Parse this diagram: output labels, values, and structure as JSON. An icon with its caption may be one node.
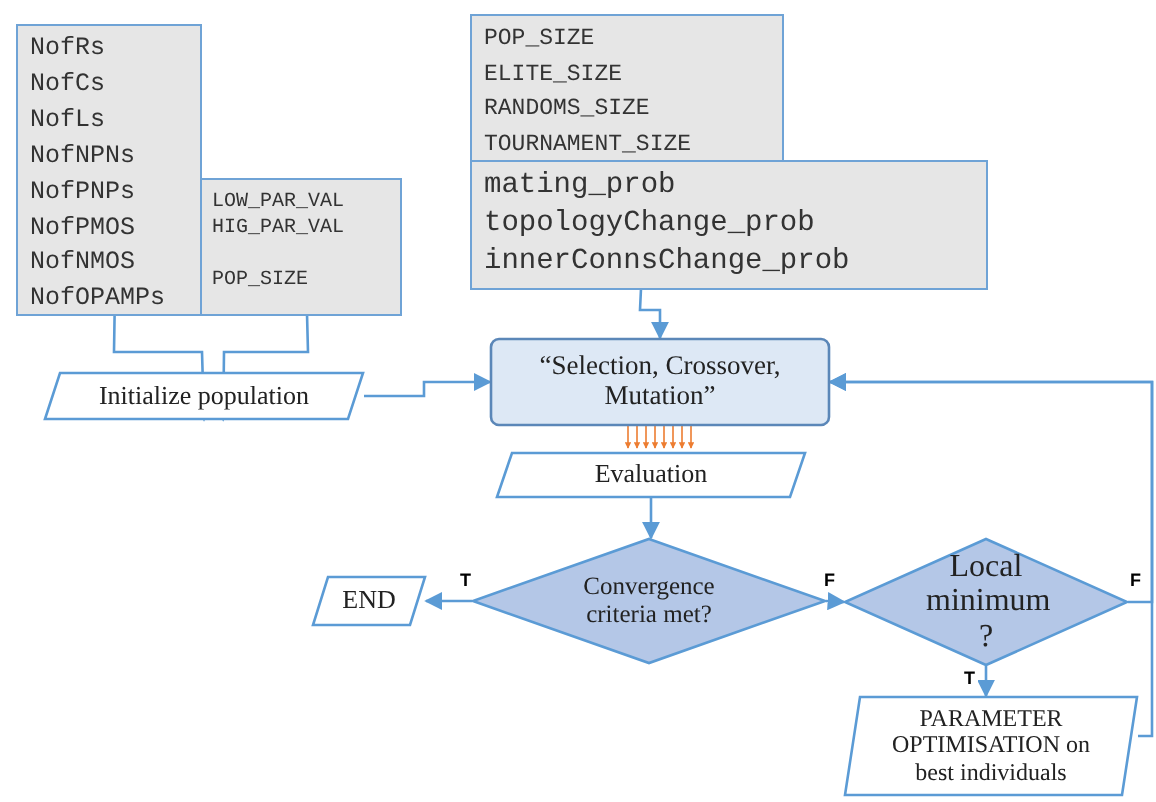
{
  "diagram": {
    "nodes": [
      {
        "text": [
          "NofRs",
          "NofCs",
          "NofLs",
          "NofNPNs",
          "NofPNPs",
          "NofPMOS",
          "NofNMOS",
          "NofOPAMPs"
        ]
      },
      {
        "text": [
          "LOW_PAR_VAL",
          "HIG_PAR_VAL",
          "POP_SIZE"
        ]
      },
      {
        "text": [
          "Initialize population"
        ]
      },
      {
        "text": [
          "POP_SIZE",
          "ELITE_SIZE",
          "RANDOMS_SIZE",
          "TOURNAMENT_SIZE"
        ]
      },
      {
        "text": [
          "mating_prob",
          "topologyChange_prob",
          "innerConnsChange_prob"
        ]
      },
      {
        "text": [
          "“Selection, Crossover, Mutation”"
        ]
      },
      {
        "text": [
          "Evaluation"
        ]
      },
      {
        "text": [
          "Convergence criteria met?"
        ]
      },
      {
        "text": [
          "END"
        ]
      },
      {
        "text": [
          "Local minimum ?"
        ]
      },
      {
        "text": [
          "PARAMETER OPTIMISATION on best individuals"
        ]
      }
    ],
    "edges": [
      {
        "from": 0,
        "to": 2,
        "arrow": "to"
      },
      {
        "from": 1,
        "to": 2,
        "arrow": "to"
      },
      {
        "from": 4,
        "to": 5,
        "arrow": "to"
      },
      {
        "from": 2,
        "to": 5,
        "arrow": "to"
      },
      {
        "from": 5,
        "to": 6,
        "arrow": "to",
        "color": "#ed7d31"
      },
      {
        "from": 5,
        "to": 6,
        "arrow": "to",
        "color": "#ed7d31"
      },
      {
        "from": 5,
        "to": 6,
        "arrow": "to",
        "color": "#ed7d31"
      },
      {
        "from": 5,
        "to": 6,
        "arrow": "to",
        "color": "#ed7d31"
      },
      {
        "from": 5,
        "to": 6,
        "arrow": "to",
        "color": "#ed7d31"
      },
      {
        "from": 5,
        "to": 6,
        "arrow": "to",
        "color": "#ed7d31"
      },
      {
        "from": 5,
        "to": 6,
        "arrow": "to",
        "color": "#ed7d31"
      },
      {
        "from": 5,
        "to": 6,
        "arrow": "to",
        "color": "#ed7d31"
      },
      {
        "from": 6,
        "to": 7,
        "arrow": "to"
      },
      {
        "from": 7,
        "to": 8,
        "arrow": "to",
        "label": "T"
      },
      {
        "from": 7,
        "to": 9,
        "arrow": "to",
        "label": "F"
      },
      {
        "from": 9,
        "to": 5,
        "arrow": "to",
        "label": "F"
      },
      {
        "from": 9,
        "to": 10,
        "arrow": "to",
        "label": "T"
      },
      {
        "from": 10,
        "to": 5,
        "arrow": "to"
      }
    ]
  }
}
